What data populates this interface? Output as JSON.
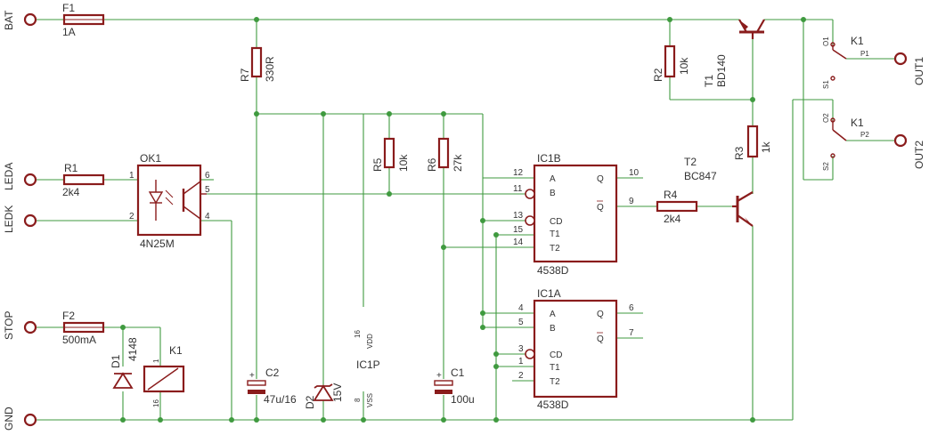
{
  "terminals": {
    "bat": "BAT",
    "ledk": "LEDK",
    "leda": "LEDA",
    "stop": "STOP",
    "gnd": "GND",
    "out1": "OUT1",
    "out2": "OUT2"
  },
  "parts": {
    "F1": {
      "name": "F1",
      "value": "1A"
    },
    "F2": {
      "name": "F2",
      "value": "500mA"
    },
    "R1": {
      "name": "R1",
      "value": "2k4"
    },
    "R2": {
      "name": "R2",
      "value": "10k"
    },
    "R3": {
      "name": "R3",
      "value": "1k"
    },
    "R4": {
      "name": "R4",
      "value": "2k4"
    },
    "R5": {
      "name": "R5",
      "value": "10k"
    },
    "R6": {
      "name": "R6",
      "value": "27k"
    },
    "R7": {
      "name": "R7",
      "value": "330R"
    },
    "C1": {
      "name": "C1",
      "value": "100u"
    },
    "C2": {
      "name": "C2",
      "value": "47u/16"
    },
    "D1": {
      "name": "D1",
      "value": "4148"
    },
    "D2": {
      "name": "D2",
      "value": "15V"
    },
    "T1": {
      "name": "T1",
      "value": "BD140"
    },
    "T2": {
      "name": "T2",
      "value": "BC847"
    },
    "OK1": {
      "name": "OK1",
      "value": "4N25M"
    },
    "K1": {
      "name": "K1"
    },
    "IC1A": {
      "name": "IC1A",
      "value": "4538D"
    },
    "IC1B": {
      "name": "IC1B",
      "value": "4538D"
    },
    "IC1P": {
      "name": "IC1P",
      "vdd": "VDD",
      "vss": "VSS",
      "pin_vdd": "16",
      "pin_vss": "8"
    }
  },
  "ok1_pins": [
    "1",
    "2",
    "6",
    "5",
    "4"
  ],
  "k1_coil_pins": [
    "1",
    "16"
  ],
  "ic1b_pins": {
    "a": "12",
    "b": "11",
    "cd": "13",
    "t1": "15",
    "t2": "14",
    "q": "10",
    "qn": "9"
  },
  "ic1a_pins": {
    "a": "4",
    "b": "5",
    "cd": "3",
    "t1": "1",
    "t2": "2",
    "q": "6",
    "qn": "7"
  },
  "ic_pin_labels": {
    "a": "A",
    "b": "B",
    "cd": "CD",
    "t1": "T1",
    "t2": "T2",
    "q": "Q",
    "qn": "Q"
  },
  "relay_contacts": {
    "o1": "O1",
    "s1": "S1",
    "p1": "P1",
    "o2": "O2",
    "s2": "S2",
    "p2": "P2",
    "k1": "K1"
  }
}
